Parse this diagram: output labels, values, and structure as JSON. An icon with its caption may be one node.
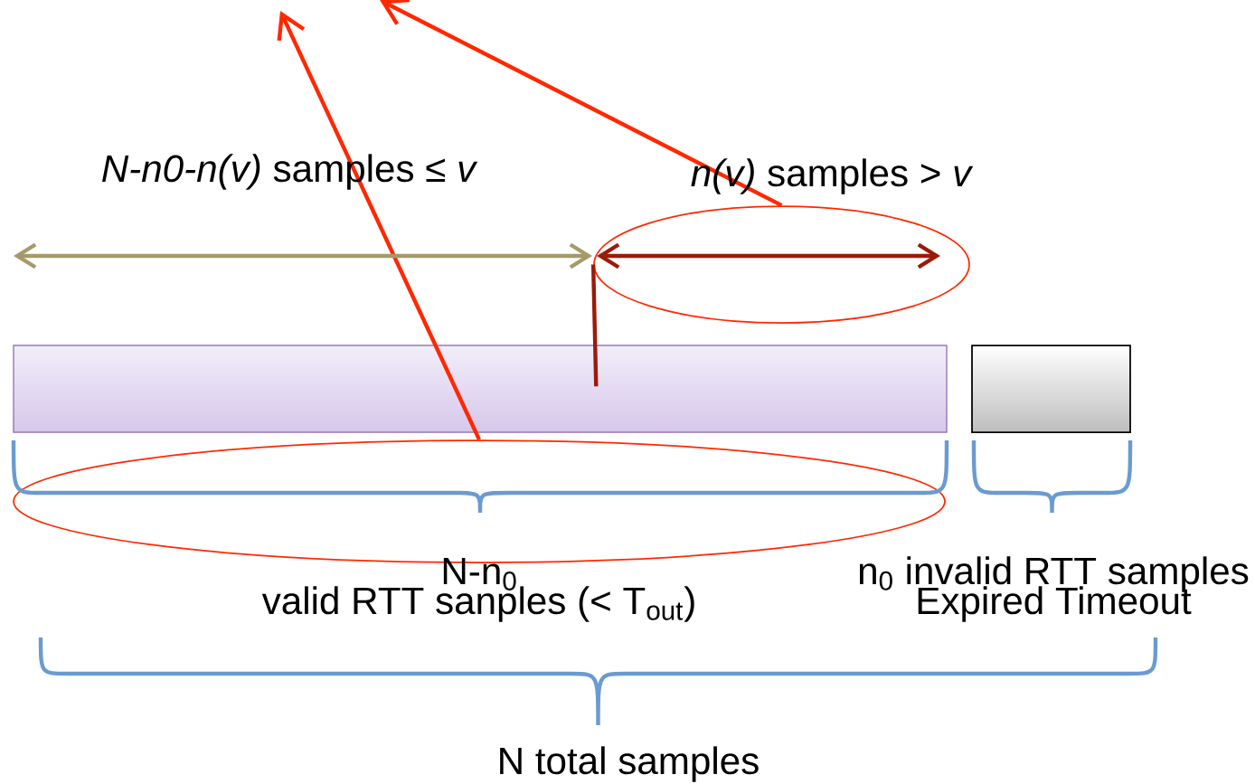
{
  "diagram": {
    "nodes": [
      {
        "text": [],
        "shape": "box"
      },
      {
        "text": [],
        "shape": "box"
      },
      {
        "text": [],
        "shape": "ellipse"
      },
      {
        "text": [],
        "shape": "ellipse"
      }
    ],
    "edges": [
      {
        "from": 2,
        "to": null,
        "arrow": "to"
      },
      {
        "from": 3,
        "to": null,
        "arrow": "to"
      },
      {
        "from": 0,
        "to": 3,
        "arrow": "none",
        "color": "#9b1a0a"
      }
    ],
    "labels": [
      "*N-n0-n(v)* samples ≤ *v*",
      "*n(v)* samples > *v*",
      "N-n$_{0}$",
      "valid RTT sanples (< T$_{out}$)",
      "n$_{0}$ invalid RTT samples",
      "Expired Timeout",
      "N total samples"
    ]
  }
}
